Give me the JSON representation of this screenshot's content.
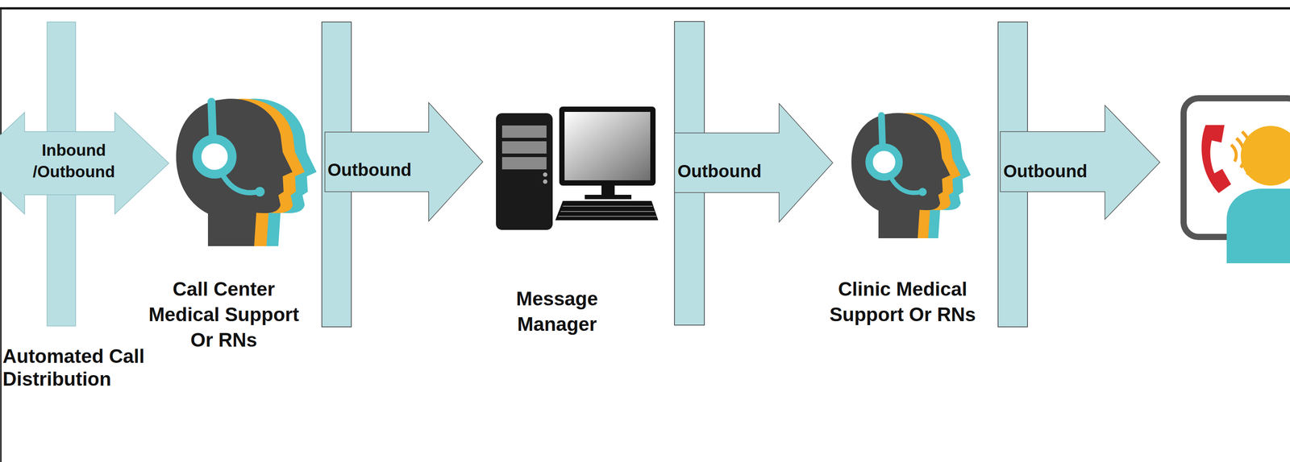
{
  "diagram": {
    "nodes": [
      {
        "text": [
          "Automated Call Distribution"
        ]
      },
      {
        "text": [
          "Call Center Medical Support Or RNs"
        ]
      },
      {
        "text": [
          "Message Manager"
        ]
      },
      {
        "text": [
          "Clinic Medical Support Or RNs"
        ]
      }
    ],
    "edges": [
      {
        "from": 0,
        "to": 1,
        "label": "Inbound /Outbound",
        "arrow": "both"
      },
      {
        "from": 1,
        "to": 2,
        "label": "Outbound",
        "arrow": "to"
      },
      {
        "from": 2,
        "to": 3,
        "label": "Outbound",
        "arrow": "to"
      }
    ],
    "labels": [
      "Outbound"
    ]
  }
}
